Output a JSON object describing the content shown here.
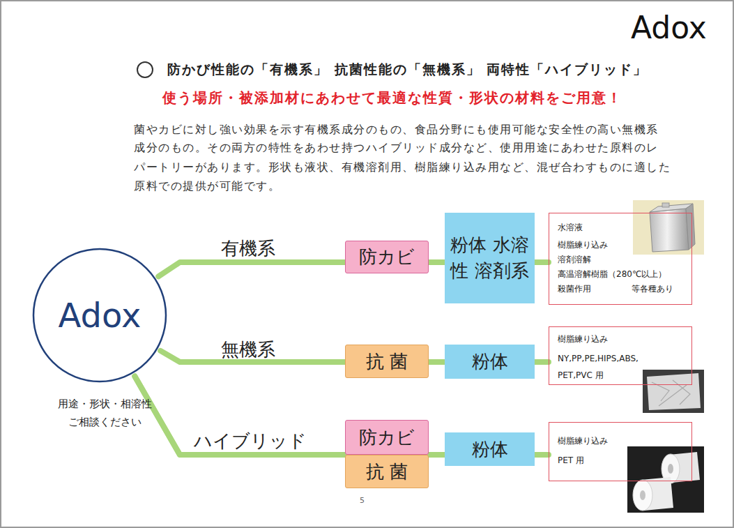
{
  "diagram": {
    "title": "防かび性能の「有機系」 抗菌性能の「無機系」 両特性「ハイブリッド」",
    "nodes": [
      {
        "text": [
          "Adox"
        ]
      },
      {
        "text": [
          "防カビ"
        ]
      },
      {
        "text": [
          "粉体 水溶性 溶剤系"
        ]
      },
      {
        "text": [
          "水溶液",
          "樹脂練り込み",
          "溶剤溶解",
          "高温溶解樹脂（280℃以上）",
          "殺菌作用 等各種あり"
        ]
      },
      {
        "text": [
          "抗 菌"
        ]
      },
      {
        "text": [
          "粉体"
        ]
      },
      {
        "text": [
          "樹脂練り込み",
          "NY,PP,PE,HIPS,ABS, PET,PVC 用"
        ]
      },
      {
        "text": [
          "防カビ"
        ]
      },
      {
        "text": [
          "抗 菌"
        ]
      },
      {
        "text": [
          "粉体"
        ]
      },
      {
        "text": [
          "樹脂練り込み",
          "PET 用"
        ]
      }
    ],
    "edges": [
      {
        "from": 0,
        "to": 1,
        "arrow": "none",
        "label": "有機系"
      },
      {
        "from": 1,
        "to": 2,
        "arrow": "none"
      },
      {
        "from": 2,
        "to": 3,
        "arrow": "none"
      },
      {
        "from": 0,
        "to": 4,
        "arrow": "none",
        "label": "無機系"
      },
      {
        "from": 4,
        "to": 5,
        "arrow": "none"
      },
      {
        "from": 5,
        "to": 6,
        "arrow": "none"
      },
      {
        "from": 0,
        "to": 7,
        "arrow": "none",
        "label": "ハイブリッド"
      },
      {
        "from": 0,
        "to": 8,
        "arrow": "none"
      },
      {
        "from": 7,
        "to": 9,
        "arrow": "none"
      },
      {
        "from": 8,
        "to": 9,
        "arrow": "none"
      },
      {
        "from": 9,
        "to": 10,
        "arrow": "none"
      }
    ],
    "labels": [
      "Adox",
      "使う場所・被添加材にあわせて最適な性質・形状の材料をご用意！",
      "菌やカビに対し強い効果を示す有機系成分のもの、食品分野にも使用可能な安全性の高い無機系",
      "成分のもの。その両方の特性をあわせ持つハイブリッド成分など、使用用途にあわせた原料のレ",
      "パートリーがあります。形状も液状、有機溶剤用、樹脂練り込み用など、混ぜ合わすものに適した",
      "原料での提供が可能です。",
      "用途・形状・相溶性",
      "ご相談ください",
      "5"
    ]
  }
}
